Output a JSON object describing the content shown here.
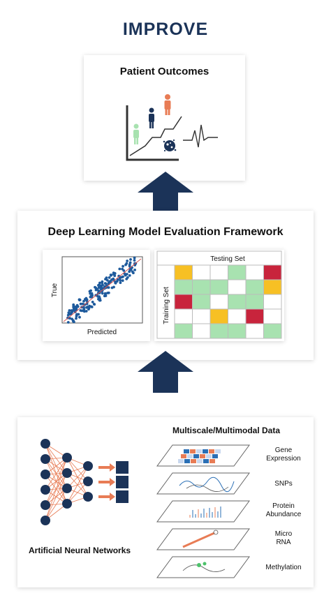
{
  "header": {
    "title": "IMPROVE"
  },
  "outcomes": {
    "title": "Patient Outcomes"
  },
  "framework": {
    "title": "Deep Learning Model Evaluation Framework",
    "scatter": {
      "ylabel": "True",
      "xlabel": "Predicted"
    },
    "matrix": {
      "top_label": "Testing Set",
      "side_label": "Training Set"
    }
  },
  "inputs": {
    "data_title": "Multiscale/Multimodal Data",
    "ann_label": "Artificial Neural Networks",
    "layers": [
      "Gene Expression",
      "SNPs",
      "Protein Abundance",
      "Micro RNA",
      "Methylation"
    ]
  },
  "colors": {
    "navy": "#1b3358",
    "orange": "#e87c55",
    "green": "#a8e2b0",
    "yellow": "#f7c024",
    "red": "#c8243c"
  },
  "matrix_cells": [
    [
      "yellow",
      "white",
      "white",
      "green",
      "white",
      "red"
    ],
    [
      "green",
      "green",
      "green",
      "white",
      "green",
      "yellow"
    ],
    [
      "red",
      "green",
      "white",
      "green",
      "green",
      "white"
    ],
    [
      "white",
      "white",
      "yellow",
      "white",
      "red",
      "white"
    ],
    [
      "green",
      "white",
      "green",
      "green",
      "white",
      "green"
    ]
  ]
}
